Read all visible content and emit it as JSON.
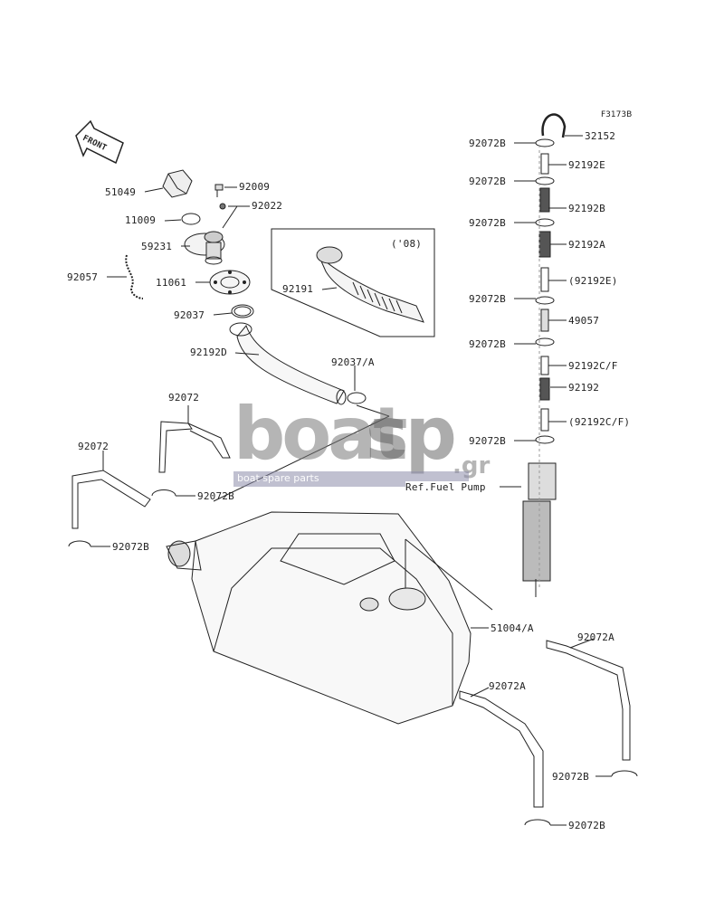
{
  "figure_code": "F3173B",
  "front_arrow_text": "FRONT",
  "inset_year": "('08)",
  "ref_note": "Ref.Fuel Pump",
  "watermark": {
    "main": "boat",
    "accent": "sp",
    "suffix": ".gr",
    "tagline": "boat spare parts"
  },
  "labels": {
    "p51049": "51049",
    "p92009": "92009",
    "p92022": "92022",
    "p11009": "11009",
    "p59231": "59231",
    "p92057": "92057",
    "p11061": "11061",
    "p92037": "92037",
    "p92191": "92191",
    "p92192D": "92192D",
    "p92037A": "92037/A",
    "p92072_top": "92072",
    "p92072_left": "92072",
    "p92072B_mid": "92072B",
    "p92072B_left": "92072B",
    "p51004A": "51004/A",
    "p92072A_right": "92072A",
    "p92072A_mid": "92072A",
    "p92072B_br1": "92072B",
    "p92072B_br2": "92072B",
    "r1": "92072B",
    "r2": "32152",
    "r3": "92192E",
    "r4": "92072B",
    "r5": "92192B",
    "r6": "92072B",
    "r7": "92192A",
    "r8": "(92192E)",
    "r9": "92072B",
    "r10": "49057",
    "r11": "92072B",
    "r12": "92192C/F",
    "r13": "92192",
    "r14": "(92192C/F)",
    "r15": "92072B"
  }
}
